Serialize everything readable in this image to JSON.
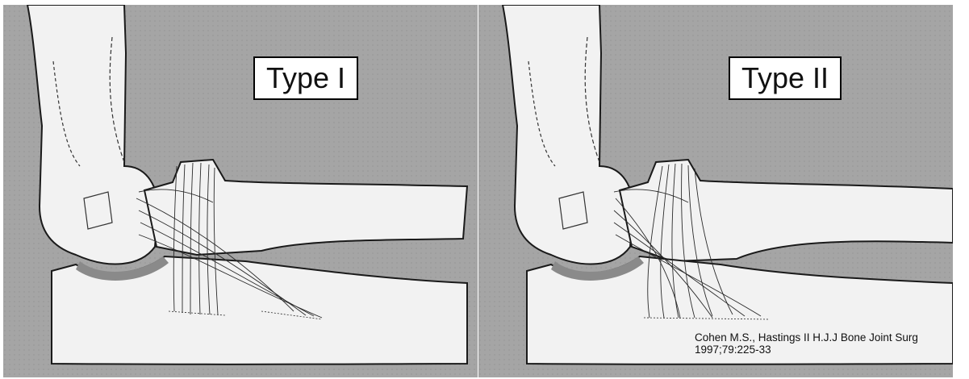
{
  "panels": [
    {
      "label": "Type I"
    },
    {
      "label": "Type II"
    }
  ],
  "citation": {
    "line1": "Cohen M.S., Hastings II H.J.J Bone Joint Surg",
    "line2": "1997;79:225-33"
  },
  "colors": {
    "background": "#a3a3a3",
    "bone": "#f2f2f2",
    "outline": "#1a1a1a",
    "cartilage": "#8a8a8a"
  }
}
